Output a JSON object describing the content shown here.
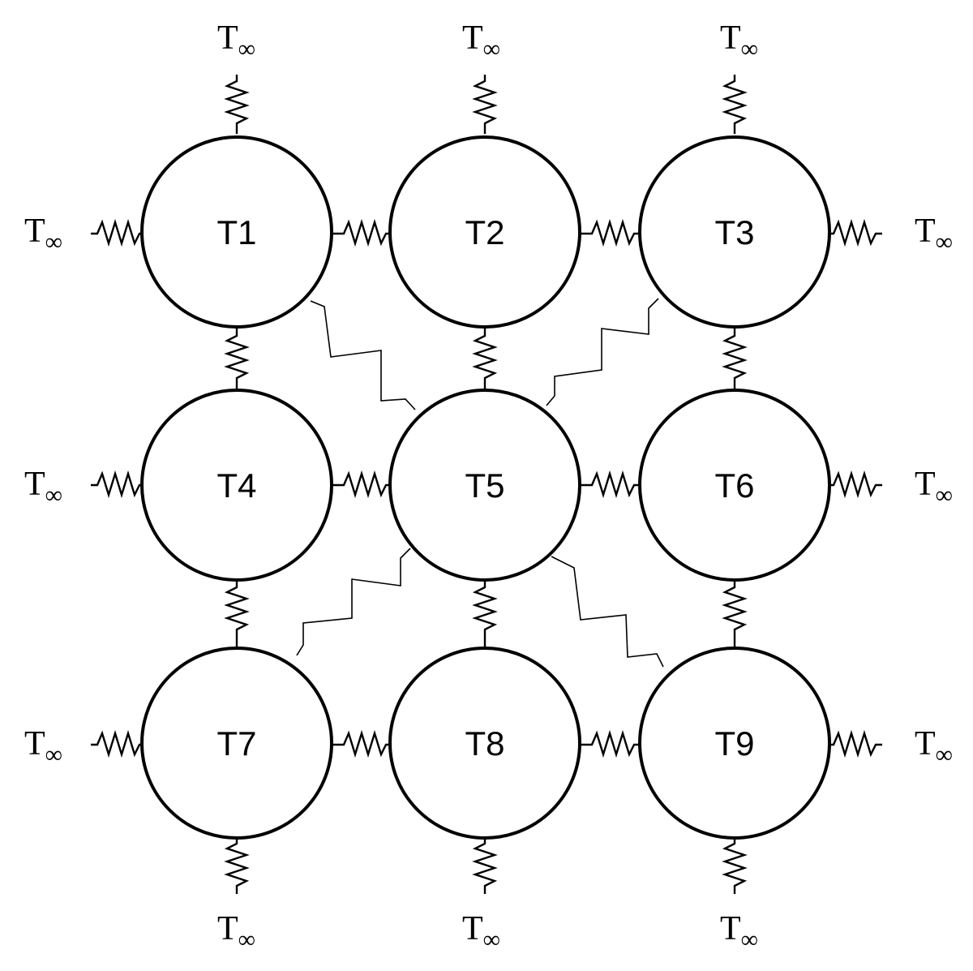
{
  "nodes": {
    "t1": "T1",
    "t2": "T2",
    "t3": "T3",
    "t4": "T4",
    "t5": "T5",
    "t6": "T6",
    "t7": "T7",
    "t8": "T8",
    "t9": "T9"
  },
  "ambient": {
    "symbol": "T",
    "subscript": "∞"
  }
}
